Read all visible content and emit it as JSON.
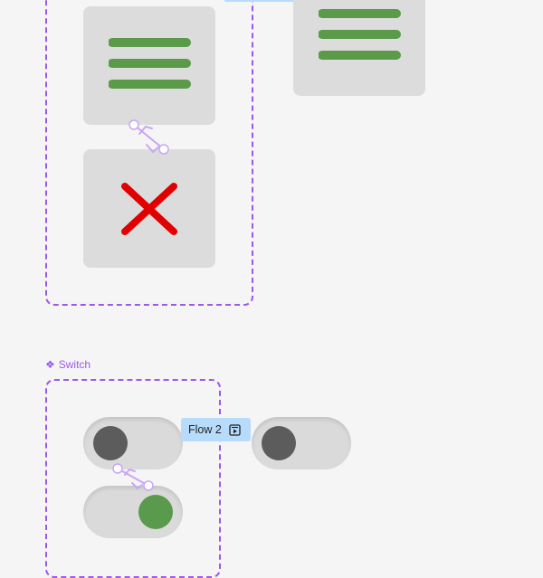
{
  "canvas": {
    "background": "#f5f5f5"
  },
  "menu_component": {
    "variants": [
      {
        "icon": "hamburger-menu-icon"
      },
      {
        "icon": "close-x-icon"
      }
    ],
    "instance_icon": "hamburger-menu-icon",
    "icon_color_menu": "#5a9a48",
    "icon_color_close": "#e00000"
  },
  "switch_component": {
    "label": "Switch",
    "label_icon": "component-set-icon",
    "variants": [
      {
        "state": "off"
      },
      {
        "state": "on"
      }
    ],
    "instance_state": "off",
    "knob_off_color": "#5c5c5c",
    "knob_on_color": "#5a9a4d"
  },
  "prototype": {
    "flow_label": "Flow 2",
    "flow_icon": "flow-start-icon",
    "connector_color": "#c9a6f5",
    "accent_color": "#9b59e8"
  }
}
